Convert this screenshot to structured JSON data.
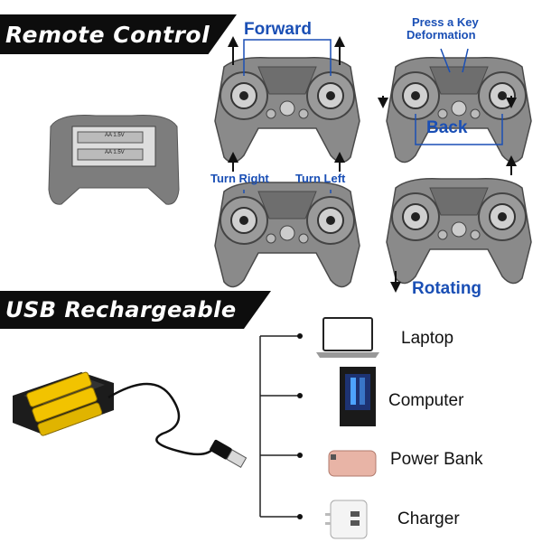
{
  "banners": {
    "remote": "Remote Control",
    "usb": "USB Rechargeable"
  },
  "battery_box": {
    "row1": "AA 1.5V",
    "row2": "AA 1.5V"
  },
  "controls": {
    "forward": "Forward",
    "press_key_line1": "Press a Key",
    "press_key_line2": "Deformation",
    "back": "Back",
    "turn_right": "Turn Right",
    "turn_left": "Turn Left",
    "rotating": "Rotating"
  },
  "devices": [
    {
      "label": "Laptop",
      "icon": "laptop-icon"
    },
    {
      "label": "Computer",
      "icon": "computer-tower-icon"
    },
    {
      "label": "Power Bank",
      "icon": "power-bank-icon"
    },
    {
      "label": "Charger",
      "icon": "charger-icon"
    }
  ],
  "colors": {
    "banner": "#0d0d0d",
    "accent_blue": "#1a4fb5",
    "controller": "#8a8a8a",
    "battery_yellow": "#f2c300"
  }
}
